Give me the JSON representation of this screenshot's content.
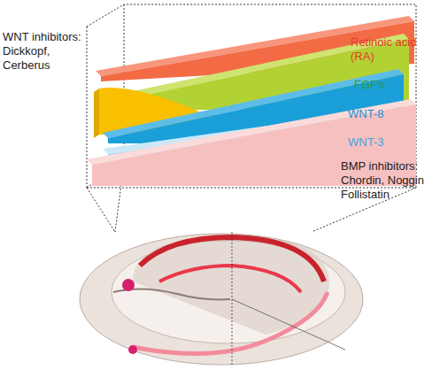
{
  "diagram": {
    "labels": [
      "WNT inhibitors: Dickkopf, Cerberus",
      "Retinoic acid (RA)",
      "FGF's",
      "WNT-8",
      "WNT-3",
      "BMP inhibitors: Chordin, Noggin Follistatin"
    ]
  }
}
